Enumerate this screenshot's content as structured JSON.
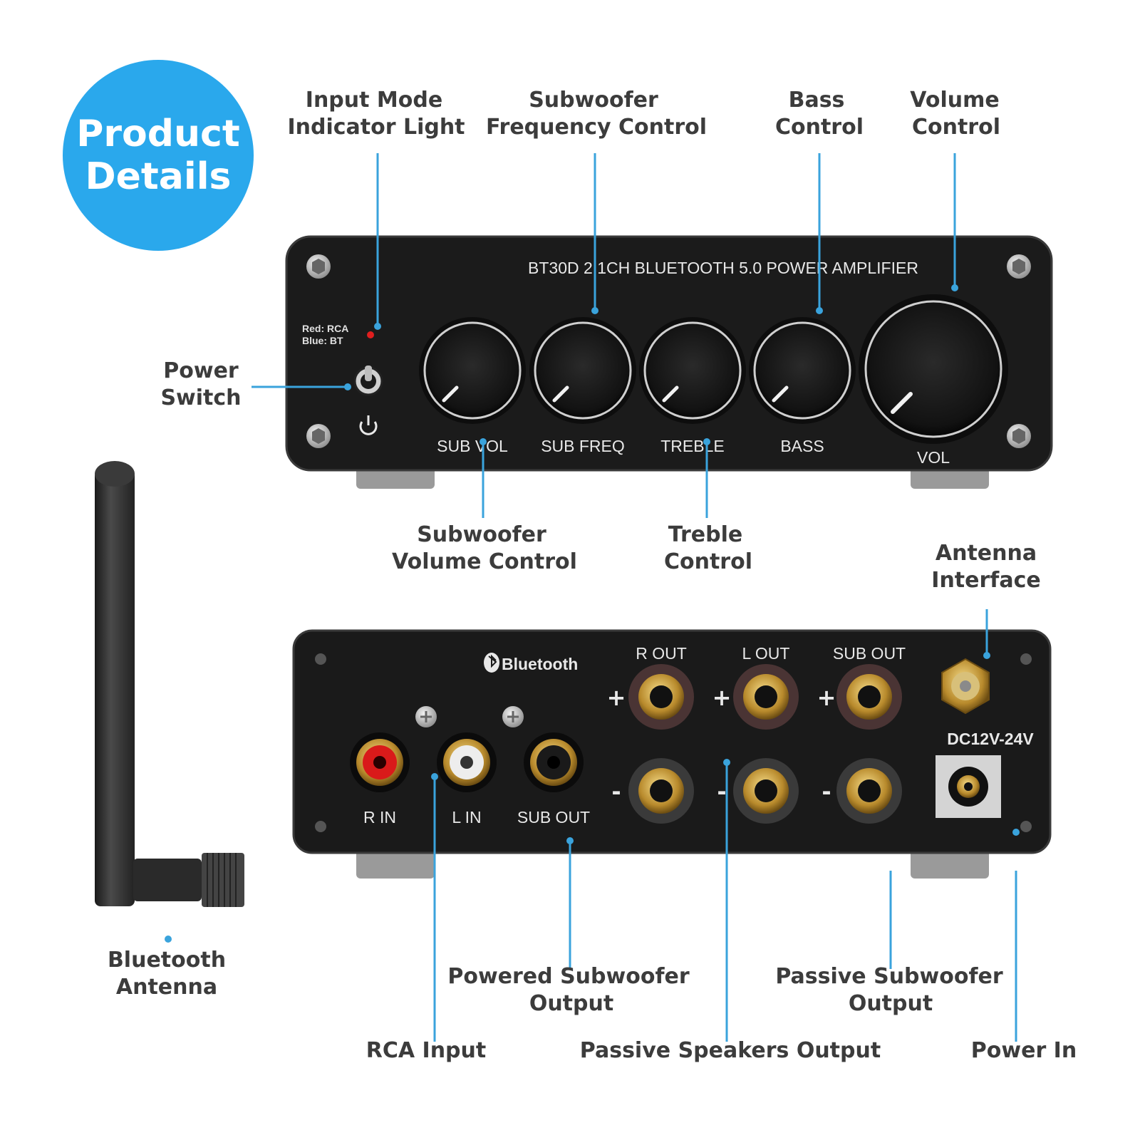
{
  "badge": {
    "line1": "Product",
    "line2": "Details",
    "color": "#2aa8ec"
  },
  "accent_color": "#3aa3dc",
  "front_panel": {
    "model_text": "BT30D 2.1CH BLUETOOTH 5.0 POWER AMPLIFIER",
    "indicator_legend": {
      "line1": "Red: RCA",
      "line2": "Blue: BT"
    },
    "knobs": [
      "SUB VOL",
      "SUB FREQ",
      "TREBLE",
      "BASS",
      "VOL"
    ]
  },
  "back_panel": {
    "bluetooth_logo": "Bluetooth",
    "rca_labels": [
      "R IN",
      "L IN",
      "SUB OUT"
    ],
    "terminal_labels": [
      "R OUT",
      "L OUT",
      "SUB OUT"
    ],
    "plus": "+",
    "minus": "-",
    "dc_label": "DC12V-24V"
  },
  "callouts": {
    "input_mode": {
      "line1": "Input Mode",
      "line2": "Indicator Light"
    },
    "sub_freq": {
      "line1": "Subwoofer",
      "line2": "Frequency Control"
    },
    "bass": {
      "line1": "Bass",
      "line2": "Control"
    },
    "volume": {
      "line1": "Volume",
      "line2": "Control"
    },
    "power_switch": {
      "line1": "Power",
      "line2": "Switch"
    },
    "sub_volume": {
      "line1": "Subwoofer",
      "line2": "Volume Control"
    },
    "treble": {
      "line1": "Treble",
      "line2": "Control"
    },
    "antenna_interface": {
      "line1": "Antenna",
      "line2": "Interface"
    },
    "bt_antenna": {
      "line1": "Bluetooth",
      "line2": "Antenna"
    },
    "powered_sub": {
      "line1": "Powered Subwoofer",
      "line2": "Output"
    },
    "passive_sub": {
      "line1": "Passive Subwoofer",
      "line2": "Output"
    },
    "rca_input": "RCA Input",
    "passive_speakers": "Passive Speakers Output",
    "power_in": "Power In"
  }
}
